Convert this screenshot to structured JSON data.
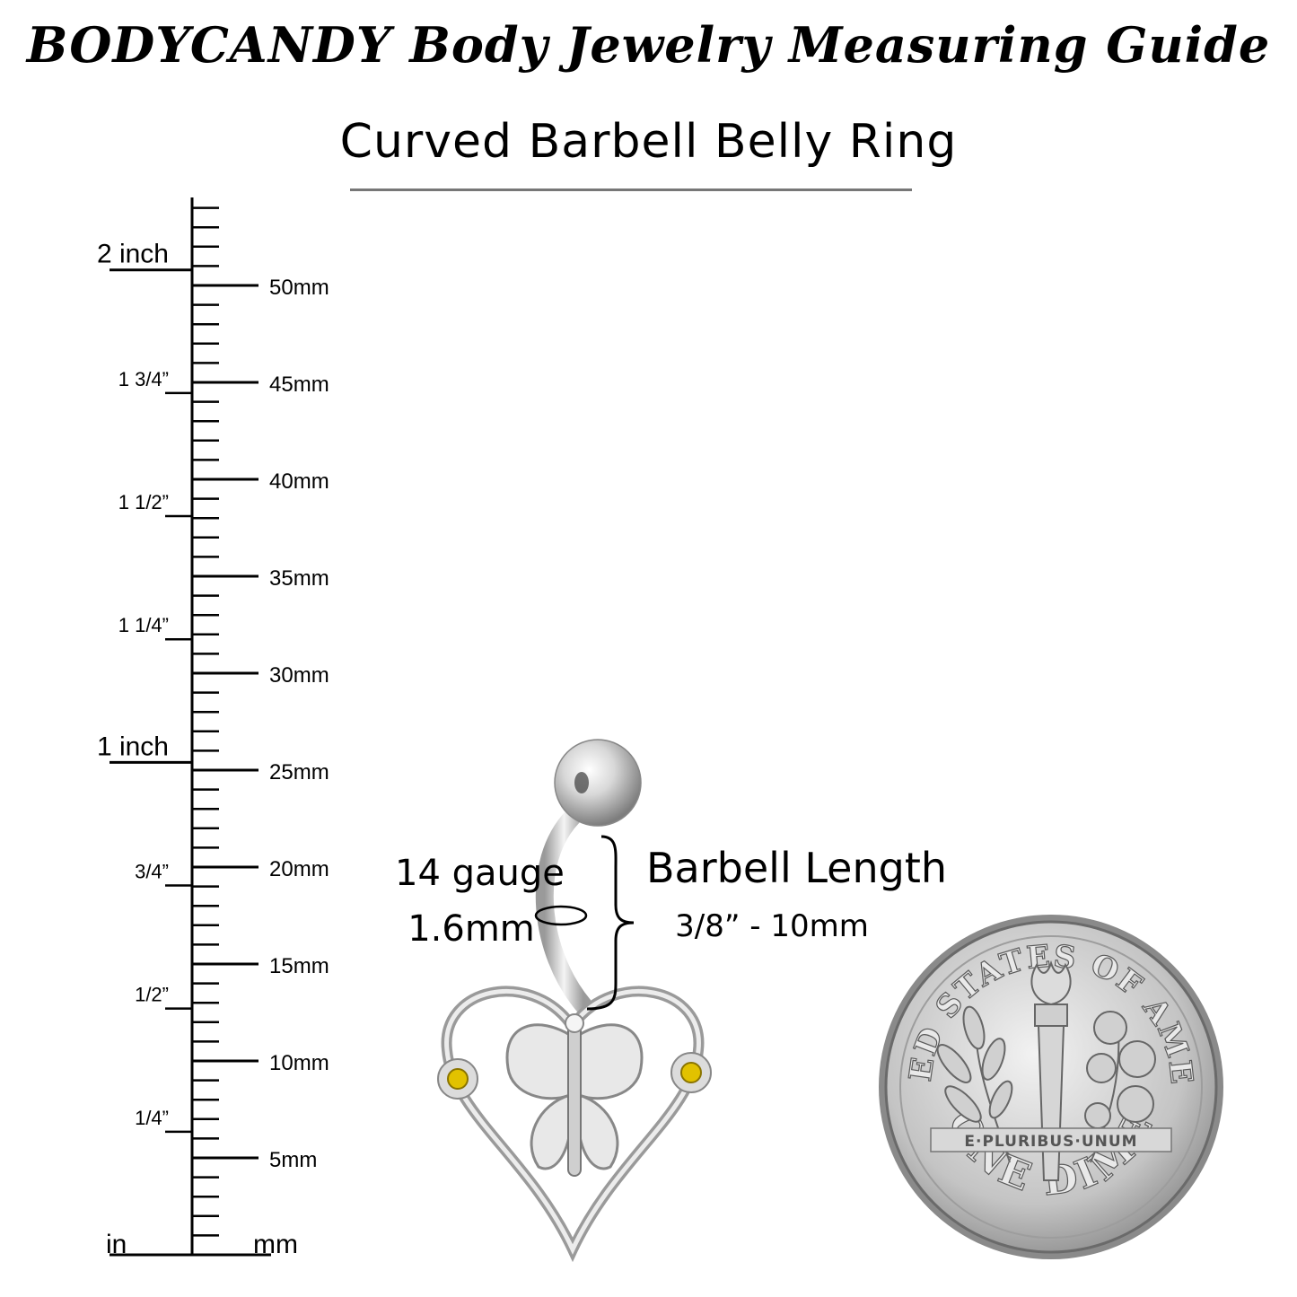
{
  "header": {
    "title": "BODYCANDY Body Jewelry Measuring Guide",
    "subtitle": "Curved Barbell Belly Ring"
  },
  "ruler": {
    "unit_in": "in",
    "unit_mm": "mm",
    "inch_marks": [
      {
        "value": 0.25,
        "label": "1/4”"
      },
      {
        "value": 0.5,
        "label": "1/2”"
      },
      {
        "value": 0.75,
        "label": "3/4”"
      },
      {
        "value": 1.0,
        "label": "1 inch"
      },
      {
        "value": 1.25,
        "label": "1 1/4”"
      },
      {
        "value": 1.5,
        "label": "1 1/2”"
      },
      {
        "value": 1.75,
        "label": "1 3/4”"
      },
      {
        "value": 2.0,
        "label": "2 inch"
      }
    ],
    "mm_marks": [
      {
        "value": 5,
        "label": "5mm"
      },
      {
        "value": 10,
        "label": "10mm"
      },
      {
        "value": 15,
        "label": "15mm"
      },
      {
        "value": 20,
        "label": "20mm"
      },
      {
        "value": 25,
        "label": "25mm"
      },
      {
        "value": 30,
        "label": "30mm"
      },
      {
        "value": 35,
        "label": "35mm"
      },
      {
        "value": 40,
        "label": "40mm"
      },
      {
        "value": 45,
        "label": "45mm"
      },
      {
        "value": 50,
        "label": "50mm"
      }
    ]
  },
  "product": {
    "gauge_line1": "14 gauge",
    "gauge_line2": "1.6mm",
    "length_title": "Barbell Length",
    "length_value": "3/8” - 10mm"
  },
  "coin": {
    "top_text": "UNITED STATES OF AMERICA",
    "motto": "E·PLURIBUS·UNUM",
    "bottom_text": "ONE DIME"
  },
  "colors": {
    "ink": "#000000",
    "silver": "#c9c9c9",
    "silver_dark": "#8a8a8a",
    "gem": "#e2c200",
    "divider": "#777777"
  }
}
